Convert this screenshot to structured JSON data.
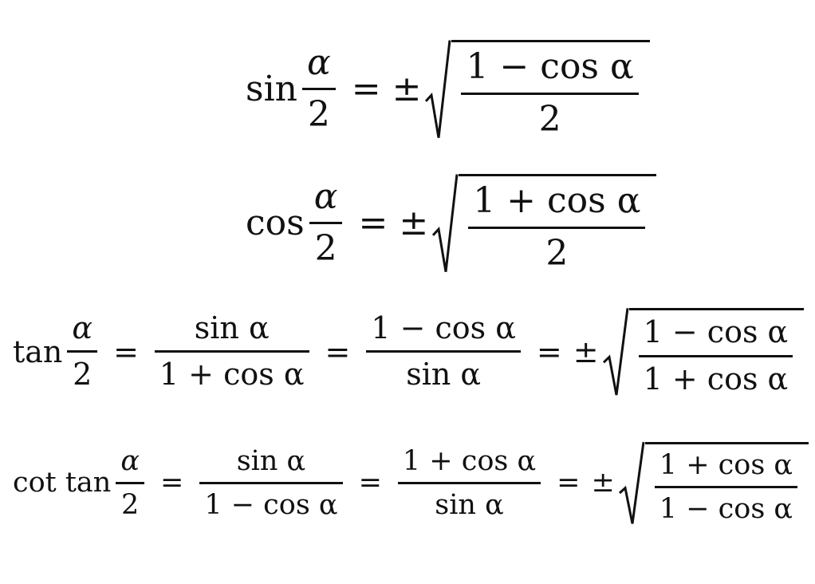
{
  "formulas": {
    "sin_half": {
      "lhs_func": "sin",
      "lhs_num": "α",
      "lhs_den": "2",
      "eq": "=",
      "pm": "±",
      "rhs_num": "1 − cos α",
      "rhs_den": "2"
    },
    "cos_half": {
      "lhs_func": "cos",
      "lhs_num": "α",
      "lhs_den": "2",
      "eq": "=",
      "pm": "±",
      "rhs_num": "1 + cos α",
      "rhs_den": "2"
    },
    "tan_half": {
      "lhs_func": "tan",
      "lhs_num": "α",
      "lhs_den": "2",
      "eq": "=",
      "f1_num": "sin α",
      "f1_den": "1 + cos α",
      "f2_num": "1 − cos α",
      "f2_den": "sin α",
      "pm": "±",
      "sqrt_num": "1 − cos α",
      "sqrt_den": "1 + cos α"
    },
    "cot_half": {
      "lhs_func": "cot tan",
      "lhs_num": "α",
      "lhs_den": "2",
      "eq": "=",
      "f1_num": "sin α",
      "f1_den": "1 − cos α",
      "f2_num": "1 + cos α",
      "f2_den": "sin α",
      "pm": "±",
      "sqrt_num": "1 + cos α",
      "sqrt_den": "1 − cos α"
    }
  }
}
